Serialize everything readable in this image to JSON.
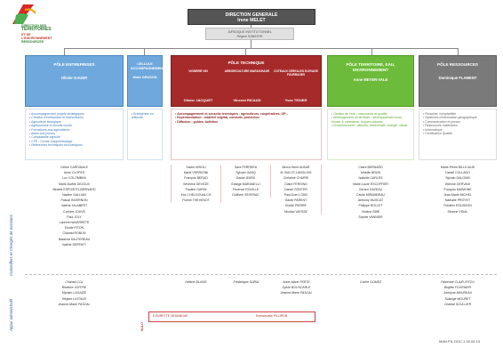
{
  "logo": {
    "line1": "DIRECTION DES",
    "line2": "TERRITOIRES",
    "line3": "ET DE L'ENVIRONNEMENT",
    "line4": "RESSOURCES"
  },
  "dg": {
    "title": "DIRECTION GENERALE",
    "name": "Irene MELET"
  },
  "juridique": {
    "title": "JURIDIQUE INSTITUTIONNEL",
    "name": "Régine SABATER"
  },
  "poles": {
    "entreprises": {
      "title": "PÔLE ENTREPRISES",
      "head": "Olivier GAUER",
      "missions": [
        "Accompagnement projets stratégiques",
        "Création d'entreprises et transmission",
        "Agriculture biologique",
        "Agritourisme et circuits courts",
        "Formations aux agriculteurs",
        "Aides aux jeunes",
        "Comptabilité agricole",
        "CFE - Centre d'apprentissage",
        "Références techniques économiques"
      ],
      "staff": [
        "Céline CARDINALE",
        "Anne CLOPES",
        "Luc COLOMBINI",
        "Marie-Noëlle DEJOUX",
        "Béatrix ESPOSITO-BERNARD",
        "Nadine GALLIAN",
        "Pascal INVERNON",
        "Valérie JALABERT",
        "Corinne JOUVE",
        "Paul JOLY",
        "Laurent NAVARRETE",
        "Elodie PITON",
        "Chantal ROBLIN",
        "Natacha SAUTEREAU",
        "Valérie SERFATY"
      ],
      "support": [
        "Chantal COL",
        "Béatrice JOFFRE",
        "Myriam LAGAIZE",
        "Régine LIOTAUD",
        "Jeanne-Marie PASCAL"
      ]
    },
    "cellule": {
      "title": "CELLULE ACCOMPAGNEMENT",
      "head": "Alain GRUSON",
      "missions": [
        "Entreprises en difficulté"
      ]
    },
    "technique": {
      "title": "PÔLE TECHNIQUE",
      "units": [
        {
          "title": "VIGNERIE VIN",
          "head": "Olivier JACQUET"
        },
        {
          "title": "ARBORICULTURE MARAICHAGE",
          "head": "Vincent RICAUD"
        },
        {
          "title": "COTEAUX CEREALES ELEVAGE FOURRAGES",
          "head": "Yves TEXIER"
        }
      ],
      "missions": [
        "Accompagnement et conseils techniques : agriculteurs, coopératives, OP...",
        "Expérimentation : matériel végétal, conduite, protection",
        "Diffusion : guides, bulletins"
      ],
      "staff_col1": [
        "Xavier ARIOLI",
        "Marie VERRIGINI",
        "François BERUD",
        "Sévérine DEVEZE",
        "Pauline GARIN",
        "Eric L'HELGOUALCH",
        "Florine THEVENOT"
      ],
      "staff_col2": [
        "Sara FERRERA",
        "Sylvain GASQ",
        "Daniel IZARD",
        "Edwige MARANELLI",
        "Florence ROUILLE",
        "Guilhem SEVERAC"
      ],
      "staff_col3": [
        "Berco-Henri ALBAR",
        "M. BULOT-LANGLOIS",
        "Christine CHARRI",
        "Claire FERSING",
        "Daniel GONTER",
        "Paul-Dom LONG",
        "Sarah PARENT",
        "Elodie PIERRE",
        "Nicolas VAYSSE"
      ],
      "support_col1": [
        "Hélène BLAISE"
      ],
      "support_col2": [
        "Frédérique SORIA"
      ],
      "support_col3": [
        "Anne-Marie FERTE",
        "Sylvie BOUSCARLE",
        "Jeanne-Marie PASCAL"
      ]
    },
    "territoire": {
      "title": "PÔLE TERRITOIRE, EAU, ENVIRONNEMENT",
      "head": "Anne MEYER-VALE",
      "missions": [
        "Gestion de l'eau : ressources et qualité",
        "Aménagement du territoire : développement local, foncier & urbanisme, risques naturels",
        "Environnement : déchets, biodiversité, énergie, climat"
      ],
      "staff": [
        "Claire BERNARD",
        "Mireille BRUN",
        "Isabelle CARLES",
        "Marie-Laure ESCOFFIER",
        "Gérard GAZEAU",
        "Cécile MIRAMBEAU",
        "Anthony MUSCAT",
        "Philippe ROLLET",
        "Viviane SIBÉ",
        "Sophie VANNIER"
      ],
      "support": [
        "Corine GOMEZ"
      ]
    },
    "ressources": {
      "title": "PÔLE RESSOURCES",
      "head": "Dominique FLAMENT",
      "missions": [
        "Finances, comptabilité",
        "Systèmes d'information géographique",
        "Communication et presse",
        "Ressources matérielles",
        "Informatique",
        "Certification Qualité"
      ],
      "staff": [
        "Marie-Pierre BILLICAUD",
        "Daniel COLLADO",
        "Sylvain DALONIS",
        "Etienne GERVAIS",
        "François MAIMONE",
        "Jean-Marie MICHEL",
        "Nathalie PROYET",
        "Frédéric ROUSSON",
        "Simone VIDAL"
      ],
      "support": [
        "Fabienne CLAIR-RITOU",
        "Brigitte FOURNIER",
        "Jocelyne MAUREAU",
        "Solange MOURET",
        "Chantal SOULLIER"
      ]
    }
  },
  "left_labels": {
    "conseillers": "Conseillers et Chargés de missions",
    "appui": "Appui administratif"
  },
  "mao": {
    "label": "M.A.O",
    "name1": "E.BURETTE DEMANGUE",
    "name2": "Emmanuelle PILLIRON"
  },
  "reference": "MAN.PIL.DOC.1 03.04.13"
}
